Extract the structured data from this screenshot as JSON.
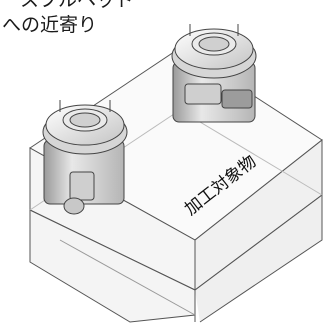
{
  "caption": {
    "line1": "ースプルヘッド",
    "line2": "への近寄り"
  },
  "workpiece": {
    "label": "加工対象物"
  },
  "colors": {
    "outline": "#4d4d4d",
    "box_face": "#f2f2f2",
    "box_side": "#e2e2e2",
    "head_light": "#f4f4f4",
    "head_mid": "#cfcfcf",
    "head_dark": "#8a8a8a"
  },
  "icons": [
    "spindle-head-icon"
  ]
}
